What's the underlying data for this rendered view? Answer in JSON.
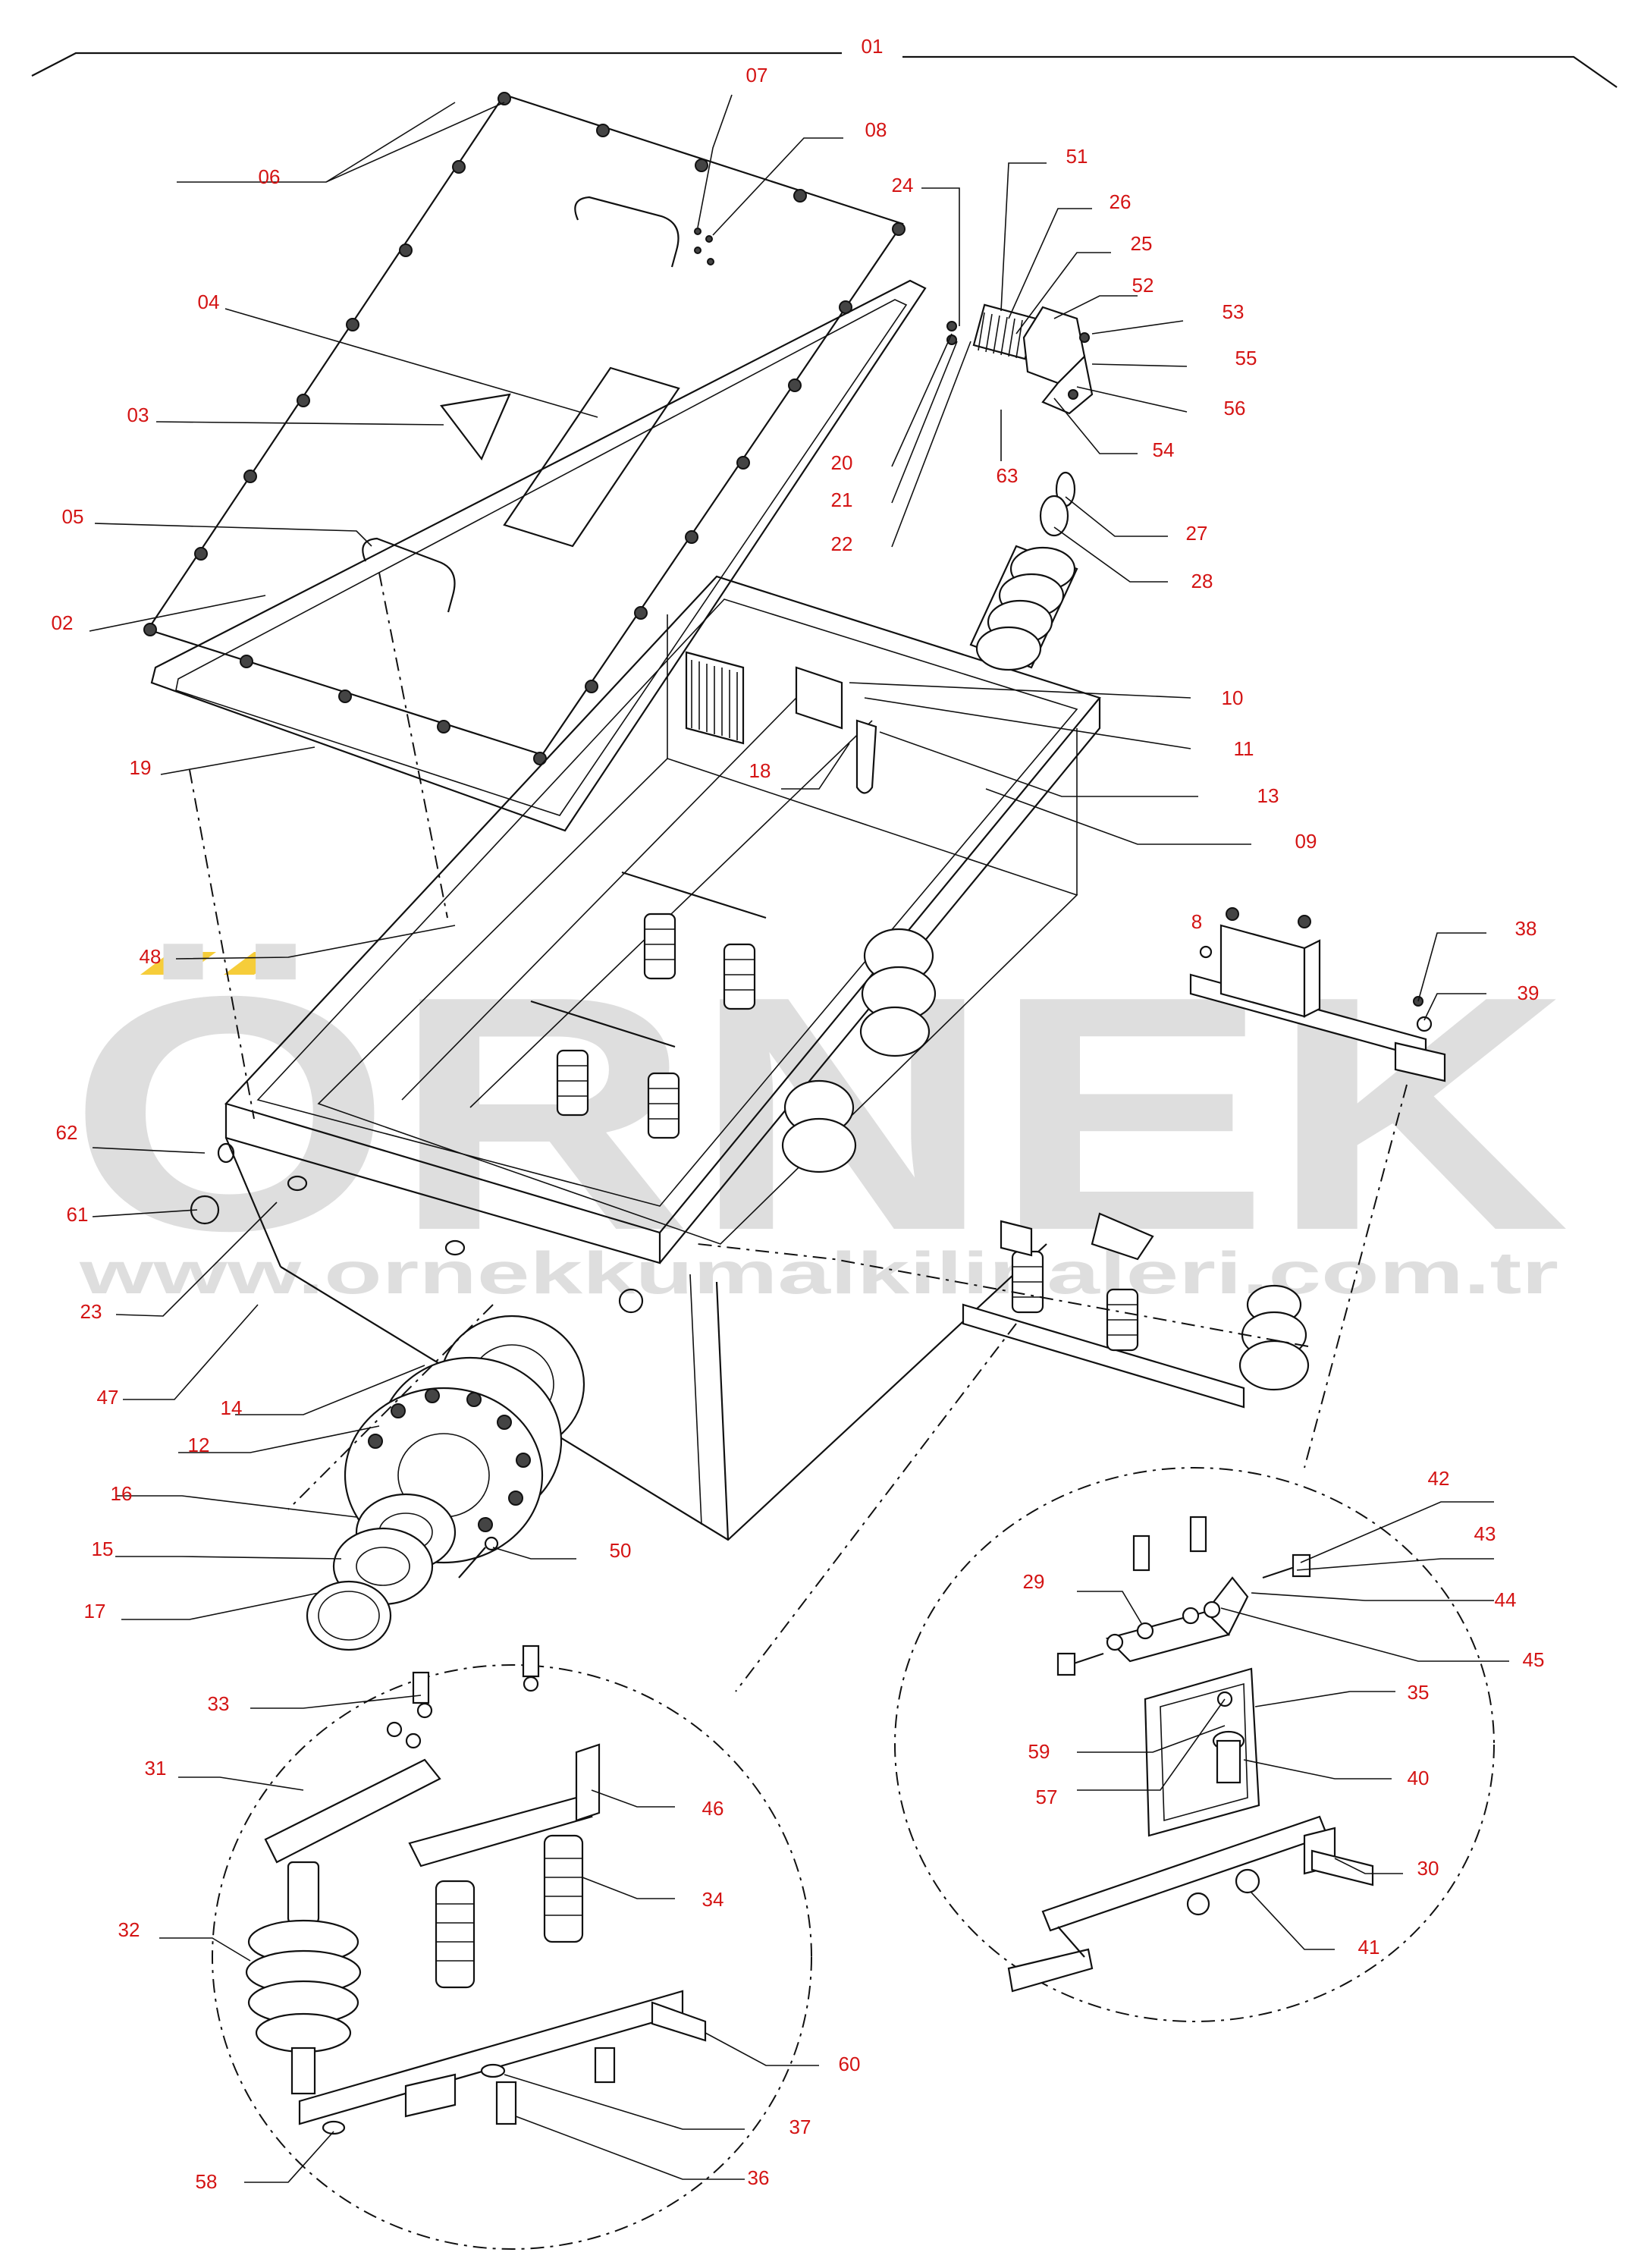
{
  "watermark": {
    "brand": "ÖRNEK",
    "url": "www.ornekkumalkilinaleri.com.tr",
    "accent_color": "#f5c518",
    "gray_color": "#d9d9d9"
  },
  "label_color": "#d41414",
  "labels": {
    "l01": "01",
    "l02": "02",
    "l03": "03",
    "l04": "04",
    "l05": "05",
    "l06": "06",
    "l07": "07",
    "l08": "08",
    "l8": "8",
    "l09": "09",
    "l10": "10",
    "l11": "11",
    "l12": "12",
    "l13": "13",
    "l14": "14",
    "l15": "15",
    "l16": "16",
    "l17": "17",
    "l18": "18",
    "l19": "19",
    "l20": "20",
    "l21": "21",
    "l22": "22",
    "l23": "23",
    "l24": "24",
    "l25": "25",
    "l26": "26",
    "l27": "27",
    "l28": "28",
    "l29": "29",
    "l30": "30",
    "l31": "31",
    "l32": "32",
    "l33": "33",
    "l34": "34",
    "l35": "35",
    "l36": "36",
    "l37": "37",
    "l38": "38",
    "l39": "39",
    "l40": "40",
    "l41": "41",
    "l42": "42",
    "l43": "43",
    "l44": "44",
    "l45": "45",
    "l46": "46",
    "l47": "47",
    "l48": "48",
    "l50": "50",
    "l51": "51",
    "l52": "52",
    "l53": "53",
    "l54": "54",
    "l55": "55",
    "l56": "56",
    "l57": "57",
    "l58": "58",
    "l59": "59",
    "l60": "60",
    "l61": "61",
    "l62": "62",
    "l63": "63"
  }
}
